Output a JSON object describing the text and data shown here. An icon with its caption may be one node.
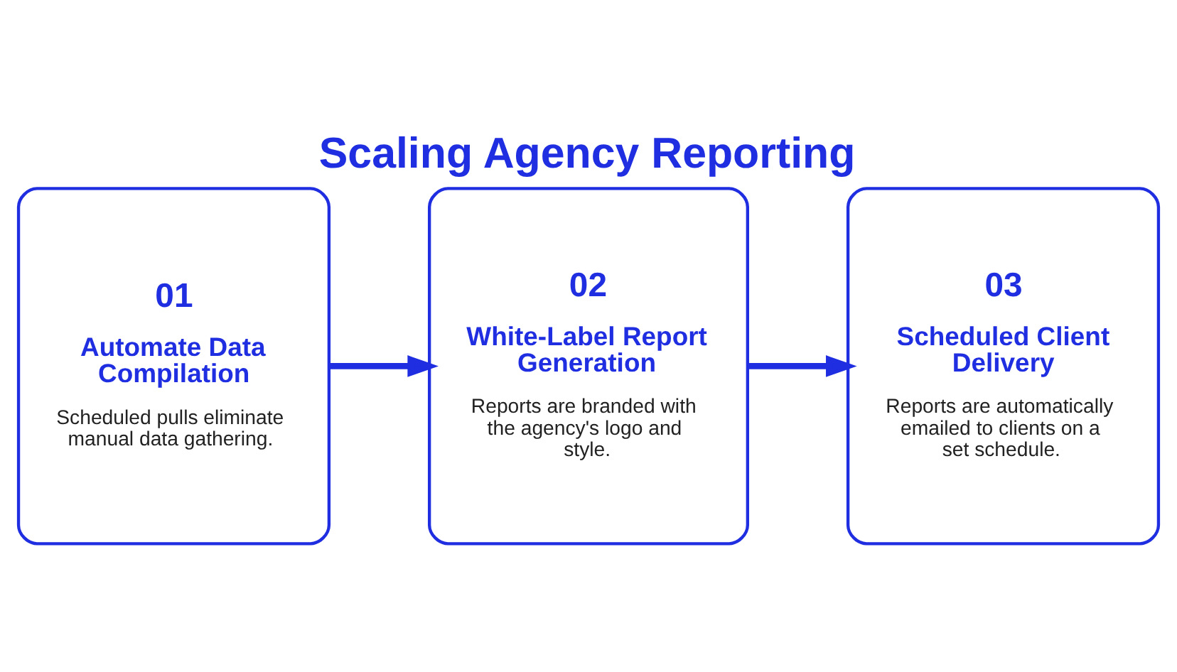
{
  "diagram": {
    "title": "Scaling Agency Reporting",
    "nodes": [
      {
        "text": [
          "01",
          "Automate Data Compilation",
          "Scheduled pulls eliminate manual data gathering."
        ]
      },
      {
        "text": [
          "02",
          "White-Label Report Generation",
          "Reports are branded with the agency's logo and style."
        ]
      },
      {
        "text": [
          "03",
          "Scheduled Client Delivery",
          "Reports are automatically emailed to clients on a set schedule."
        ]
      }
    ],
    "edges": [
      {
        "from": 0,
        "to": 1,
        "arrow": "to"
      },
      {
        "from": 1,
        "to": 2,
        "arrow": "to"
      }
    ]
  }
}
